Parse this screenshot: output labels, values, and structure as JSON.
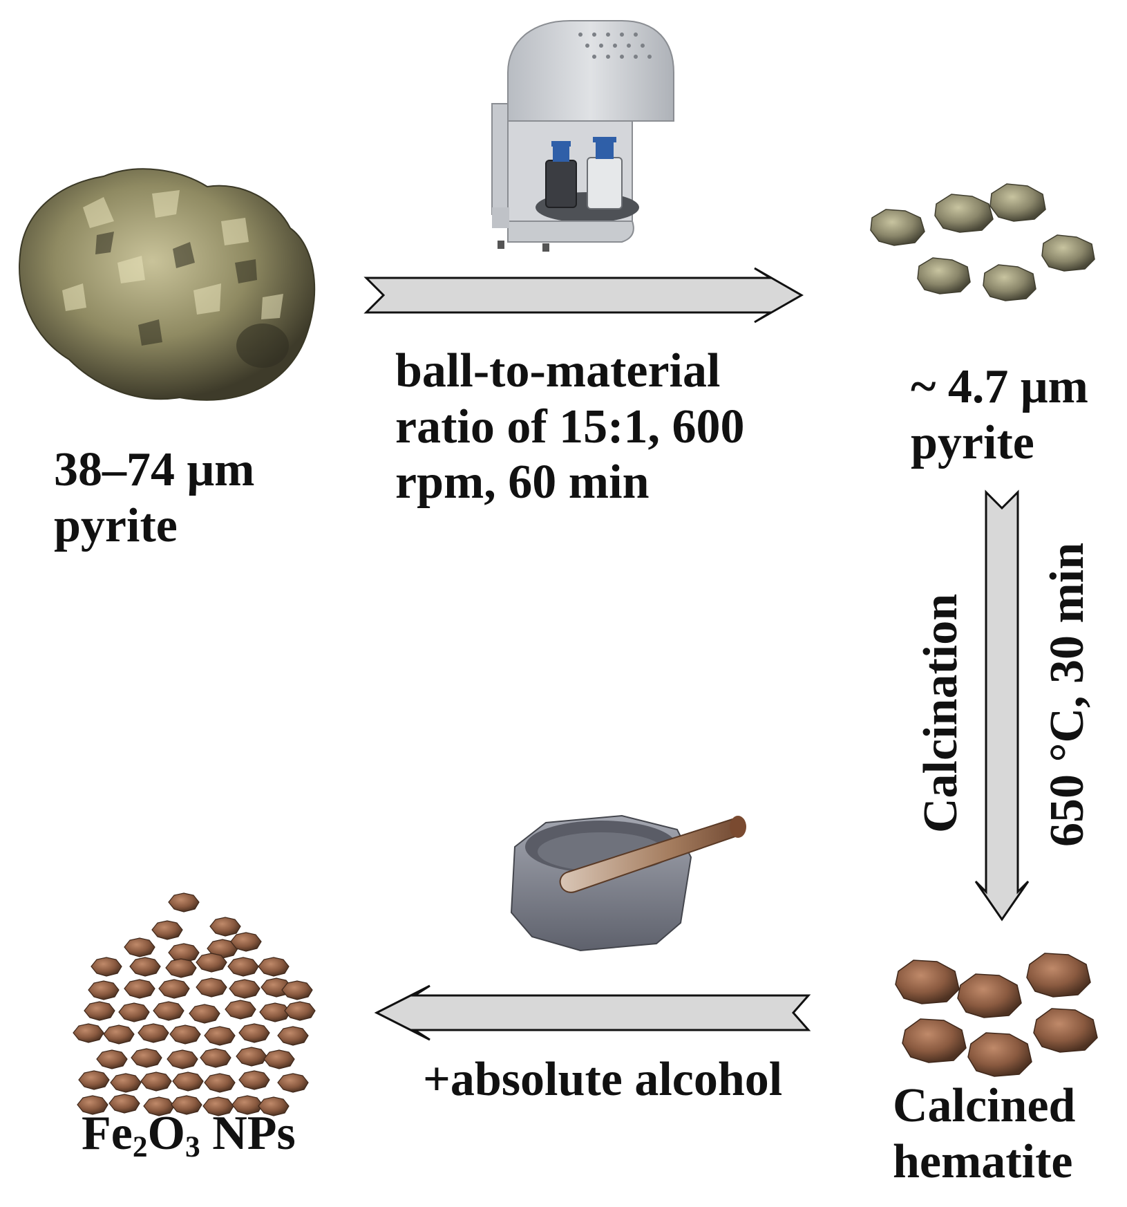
{
  "colors": {
    "arrow_fill": "#d8d8d8",
    "arrow_stroke": "#111111",
    "pyrite": "#8f8a62",
    "hematite": "#8a5a40",
    "machine": "#cfd2d6",
    "mortar": "#7a7d86",
    "pestle": "#9a6a48"
  },
  "stages": {
    "raw_pyrite": {
      "line1": "38–74 μm",
      "line2": "pyrite",
      "image": "pyrite-rock"
    },
    "milled_pyrite": {
      "line1": "~ 4.7 μm",
      "line2": "pyrite",
      "image": "pyrite-particles"
    },
    "calcined": {
      "line1": "Calcined",
      "line2": "hematite",
      "image": "hematite-particles"
    },
    "product": {
      "prefix": "Fe",
      "sub1": "2",
      "mid": "O",
      "sub2": "3",
      "suffix": " NPs",
      "image": "nanoparticle-pile"
    }
  },
  "steps": {
    "ball_milling": {
      "line1": "ball-to-material",
      "line2": "ratio of 15:1, 600",
      "line3": "rpm,  60 min",
      "image": "planetary-ball-mill"
    },
    "calcination": {
      "label": "Calcination",
      "condition": "650 °C, 30 min"
    },
    "grinding": {
      "label": "+absolute alcohol",
      "image": "agate-mortar-and-pestle"
    }
  }
}
